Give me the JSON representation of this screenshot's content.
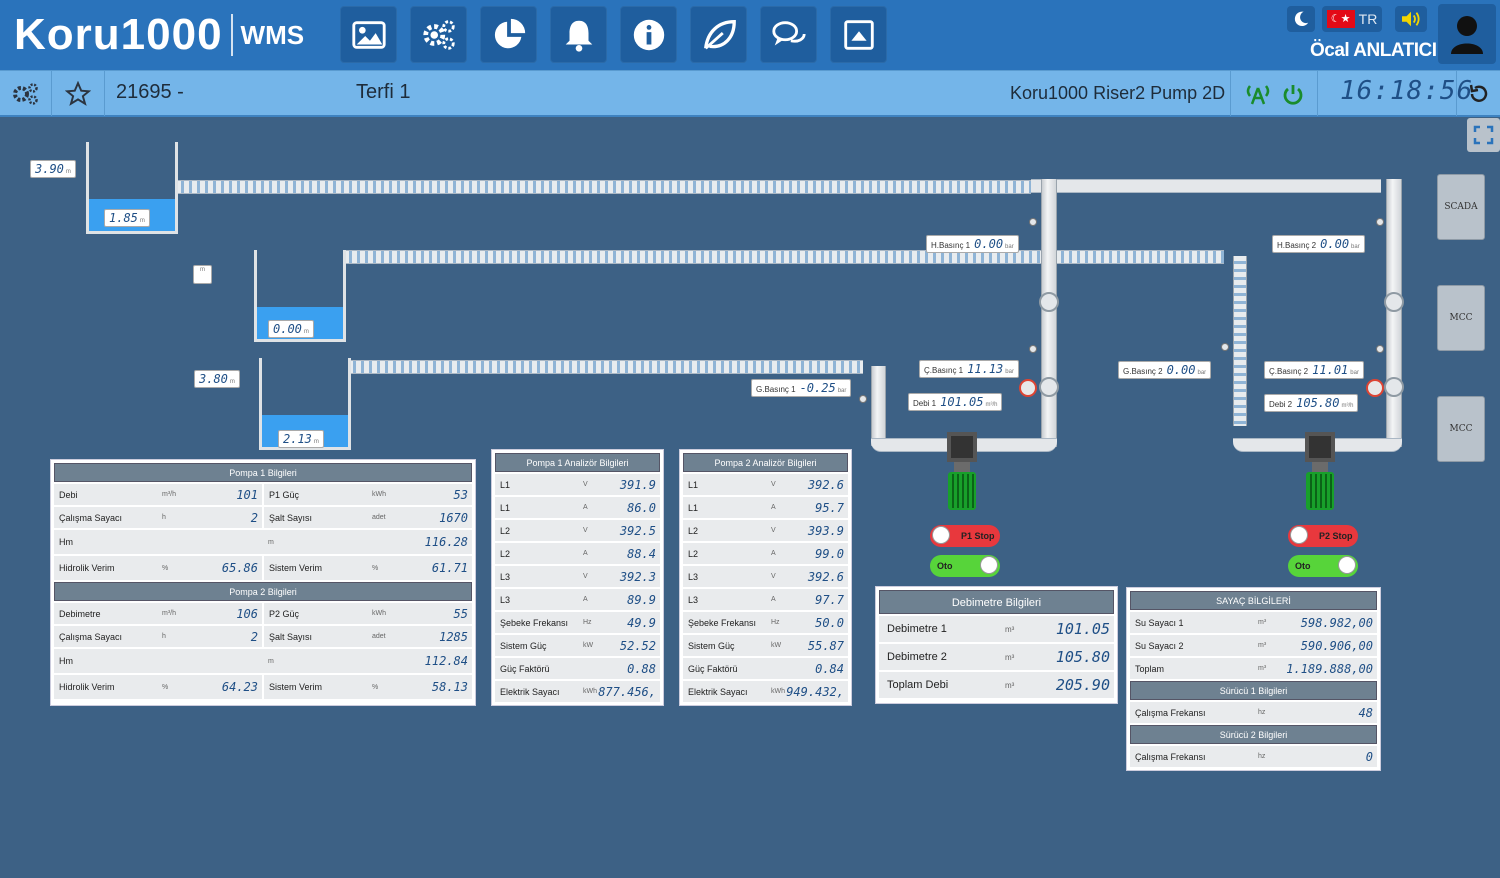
{
  "header": {
    "logo_text": "Koru1000",
    "logo_suffix": "WMS",
    "language": "TR",
    "user_name": "Öcal ANLATICI",
    "toolbar_icons": [
      "image-icon",
      "gears-icon",
      "pie-chart-icon",
      "bell-icon",
      "info-icon",
      "leaf-icon",
      "chat-icon",
      "upload-icon"
    ]
  },
  "subheader": {
    "station_id": "21695 -",
    "station_name": "Terfi 1",
    "scada_name": "Koru1000 Riser2 Pump 2D",
    "clock": "16:18:56"
  },
  "side_buttons": [
    "SCADA",
    "MCC",
    "MCC"
  ],
  "tanks": [
    {
      "outer_level": "3.90",
      "inner_level": "1.85",
      "unit": "m"
    },
    {
      "outer_level": "",
      "inner_level": "0.00",
      "unit": "m"
    },
    {
      "outer_level": "3.80",
      "inner_level": "2.13",
      "unit": "m"
    }
  ],
  "tank_extra_unit": "m",
  "sensors": {
    "hbasinc1": {
      "name": "H.Basınç 1",
      "value": "0.00",
      "unit": "bar"
    },
    "hbasinc2": {
      "name": "H.Basınç 2",
      "value": "0.00",
      "unit": "bar"
    },
    "cbasinc1": {
      "name": "Ç.Basınç 1",
      "value": "11.13",
      "unit": "bar"
    },
    "cbasinc2": {
      "name": "Ç.Basınç 2",
      "value": "11.01",
      "unit": "bar"
    },
    "gbasinc1": {
      "name": "G.Basınç 1",
      "value": "-0.25",
      "unit": "bar"
    },
    "gbasinc2": {
      "name": "G.Basınç 2",
      "value": "0.00",
      "unit": "bar"
    },
    "debi1": {
      "name": "Debi 1",
      "value": "101.05",
      "unit": "m³/h"
    },
    "debi2": {
      "name": "Debi 2",
      "value": "105.80",
      "unit": "m³/h"
    }
  },
  "pump_controls": {
    "p1_stop": "P1 Stop",
    "p2_stop": "P2 Stop",
    "oto1": "Oto",
    "oto2": "Oto"
  },
  "pump_info": {
    "title1": "Pompa 1 Bilgileri",
    "p1_rows": [
      {
        "l_name": "Debi",
        "l_unit": "m³/h",
        "l_val": "101",
        "r_name": "P1 Güç",
        "r_unit": "kWh",
        "r_val": "53"
      },
      {
        "l_name": "Çalışma Sayacı",
        "l_unit": "h",
        "l_val": "2",
        "r_name": "Şalt Sayısı",
        "r_unit": "adet",
        "r_val": "1670"
      },
      {
        "l_name": "Hm",
        "l_unit": "m",
        "l_val": "116.28"
      },
      {
        "l_name": "Hidrolik Verim",
        "l_unit": "%",
        "l_val": "65.86",
        "r_name": "Sistem Verim",
        "r_unit": "%",
        "r_val": "61.71"
      }
    ],
    "title2": "Pompa 2 Bilgileri",
    "p2_rows": [
      {
        "l_name": "Debimetre",
        "l_unit": "m³/h",
        "l_val": "106",
        "r_name": "P2 Güç",
        "r_unit": "kWh",
        "r_val": "55"
      },
      {
        "l_name": "Çalışma Sayacı",
        "l_unit": "h",
        "l_val": "2",
        "r_name": "Şalt Sayısı",
        "r_unit": "adet",
        "r_val": "1285"
      },
      {
        "l_name": "Hm",
        "l_unit": "m",
        "l_val": "112.84"
      },
      {
        "l_name": "Hidrolik Verim",
        "l_unit": "%",
        "l_val": "64.23",
        "r_name": "Sistem Verim",
        "r_unit": "%",
        "r_val": "58.13"
      }
    ]
  },
  "analyzer1": {
    "title": "Pompa 1 Analizör Bilgileri",
    "rows": [
      {
        "name": "L1",
        "unit": "V",
        "value": "391.9"
      },
      {
        "name": "L1",
        "unit": "A",
        "value": "86.0"
      },
      {
        "name": "L2",
        "unit": "V",
        "value": "392.5"
      },
      {
        "name": "L2",
        "unit": "A",
        "value": "88.4"
      },
      {
        "name": "L3",
        "unit": "V",
        "value": "392.3"
      },
      {
        "name": "L3",
        "unit": "A",
        "value": "89.9"
      },
      {
        "name": "Şebeke Frekansı",
        "unit": "Hz",
        "value": "49.9"
      },
      {
        "name": "Sistem Güç",
        "unit": "kW",
        "value": "52.52"
      },
      {
        "name": "Güç Faktörü",
        "unit": "",
        "value": "0.88"
      },
      {
        "name": "Elektrik Sayacı",
        "unit": "kWh",
        "value": "877.456,"
      }
    ]
  },
  "analyzer2": {
    "title": "Pompa 2 Analizör Bilgileri",
    "rows": [
      {
        "name": "L1",
        "unit": "V",
        "value": "392.6"
      },
      {
        "name": "L1",
        "unit": "A",
        "value": "95.7"
      },
      {
        "name": "L2",
        "unit": "V",
        "value": "393.9"
      },
      {
        "name": "L2",
        "unit": "A",
        "value": "99.0"
      },
      {
        "name": "L3",
        "unit": "V",
        "value": "392.6"
      },
      {
        "name": "L3",
        "unit": "A",
        "value": "97.7"
      },
      {
        "name": "Şebeke Frekansı",
        "unit": "Hz",
        "value": "50.0"
      },
      {
        "name": "Sistem Güç",
        "unit": "kW",
        "value": "55.87"
      },
      {
        "name": "Güç Faktörü",
        "unit": "",
        "value": "0.84"
      },
      {
        "name": "Elektrik Sayacı",
        "unit": "kWh",
        "value": "949.432,"
      }
    ]
  },
  "flowmeter": {
    "title": "Debimetre Bilgileri",
    "rows": [
      {
        "name": "Debimetre 1",
        "unit": "m³",
        "value": "101.05"
      },
      {
        "name": "Debimetre 2",
        "unit": "m³",
        "value": "105.80"
      },
      {
        "name": "Toplam Debi",
        "unit": "m³",
        "value": "205.90"
      }
    ]
  },
  "meter": {
    "title": "SAYAÇ BİLGİLERİ",
    "rows": [
      {
        "name": "Su Sayacı 1",
        "unit": "m³",
        "value": "598.982,00"
      },
      {
        "name": "Su Sayacı 2",
        "unit": "m³",
        "value": "590.906,00"
      },
      {
        "name": "Toplam",
        "unit": "m³",
        "value": "1.189.888,00"
      }
    ],
    "drive1_title": "Sürücü 1 Bilgileri",
    "drive1_row": {
      "name": "Çalışma Frekansı",
      "unit": "hz",
      "value": "48"
    },
    "drive2_title": "Sürücü 2 Bilgileri",
    "drive2_row": {
      "name": "Çalışma Frekansı",
      "unit": "hz",
      "value": "0"
    }
  },
  "colors": {
    "topbar": "#2a73bb",
    "subbar": "#74b5e9",
    "background": "#3d6185",
    "stop": "#e8383d",
    "oto": "#57d43a"
  }
}
